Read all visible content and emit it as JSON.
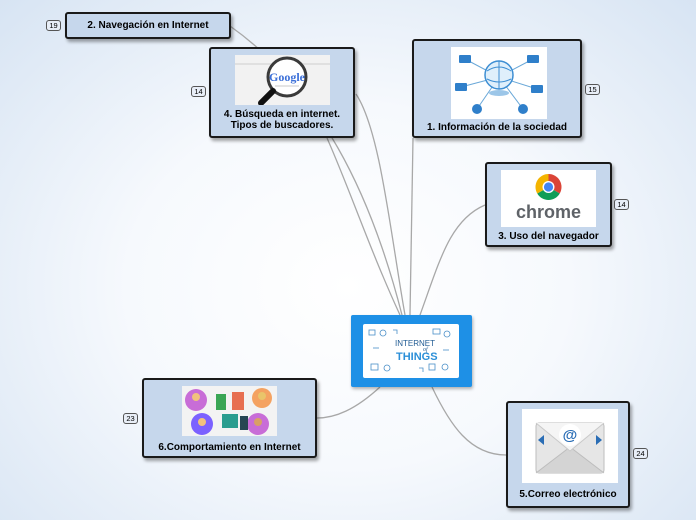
{
  "colors": {
    "node_fill": "#c6d7ec",
    "node_border": "#1a1a1a",
    "center_fill": "#1e90e6",
    "connector": "#a8a8a8"
  },
  "center": {
    "image_icon": "internet-of-things-image",
    "text_line1": "INTERNET",
    "text_line2": "THINGS",
    "text_of": "of"
  },
  "nodes": [
    {
      "key": "navegacion",
      "label": "2. Navegación en Internet",
      "badge": "19"
    },
    {
      "key": "busqueda",
      "label_line1": "4. Búsqueda en internet.",
      "label_line2": "Tipos de buscadores.",
      "badge": "14",
      "image_icon": "google-magnifier-image",
      "image_text": "Google"
    },
    {
      "key": "informacion",
      "label": "1. Información de la sociedad",
      "badge": "15",
      "image_icon": "global-network-image"
    },
    {
      "key": "navegador",
      "label": "3. Uso del navegador",
      "badge": "14",
      "image_icon": "chrome-logo-image",
      "image_text": "chrome"
    },
    {
      "key": "comportamiento",
      "label": "6.Comportamiento en Internet",
      "badge": "23",
      "image_icon": "people-collage-image"
    },
    {
      "key": "correo",
      "label": "5.Correo electrónico",
      "badge": "24",
      "image_icon": "email-envelope-image",
      "image_text": "@"
    }
  ]
}
